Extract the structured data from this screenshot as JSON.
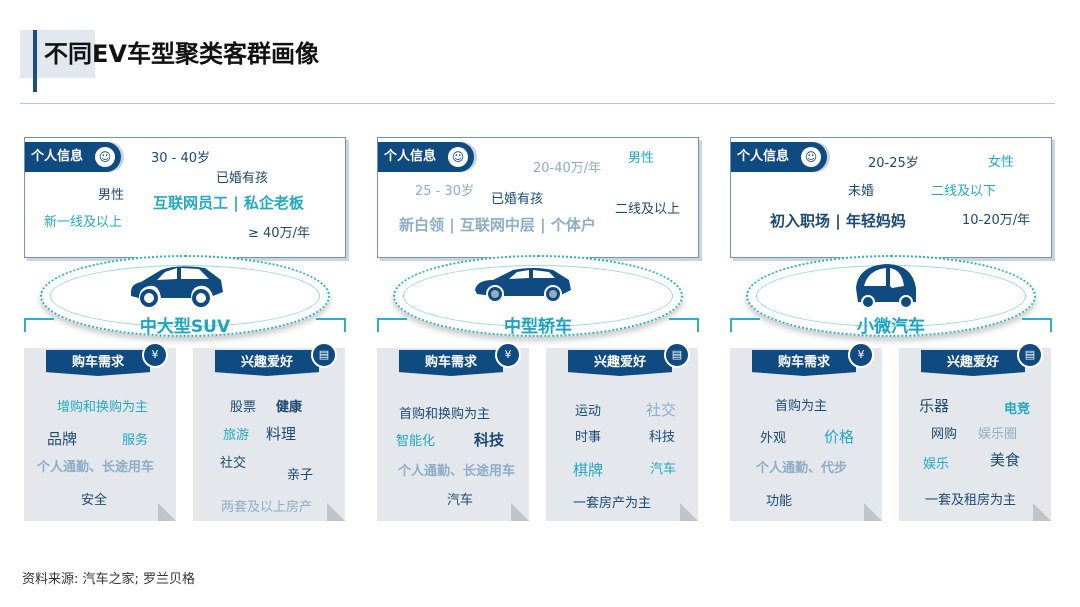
{
  "title": "不同EV车型聚类客群画像",
  "labels": {
    "info": "个人信息",
    "purchase": "购车需求",
    "hobby": "兴趣爱好"
  },
  "colors": {
    "dark": "#0f4a80",
    "teal": "#23a9c6",
    "gray": "#8eadc7"
  },
  "icons": {
    "info": "user-icon",
    "purchase": "head-yuan-icon",
    "hobby": "document-icon"
  },
  "segments": [
    {
      "name": "中大型SUV",
      "info": [
        "30 - 40岁",
        "已婚有孩",
        "男性",
        "互联网员工 | 私企老板",
        "新一线及以上",
        "≥ 40万/年"
      ],
      "purchase": [
        "增购和换购为主",
        "品牌",
        "服务",
        "个人通勤、长途用车",
        "安全"
      ],
      "hobby": [
        "股票",
        "健康",
        "旅游",
        "料理",
        "社交",
        "亲子",
        "两套及以上房产"
      ]
    },
    {
      "name": "中型轿车",
      "info": [
        "20-40万/年",
        "男性",
        "25 - 30岁",
        "已婚有孩",
        "二线及以上",
        "新白领 | 互联网中层 | 个体户"
      ],
      "purchase": [
        "首购和换购为主",
        "智能化",
        "科技",
        "个人通勤、长途用车",
        "汽车"
      ],
      "hobby": [
        "运动",
        "社交",
        "时事",
        "科技",
        "棋牌",
        "汽车",
        "一套房产为主"
      ]
    },
    {
      "name": "小微汽车",
      "info": [
        "20-25岁",
        "女性",
        "未婚",
        "二线及以下",
        "初入职场 | 年轻妈妈",
        "10-20万/年"
      ],
      "purchase": [
        "首购为主",
        "外观",
        "价格",
        "个人通勤、代步",
        "功能"
      ],
      "hobby": [
        "乐器",
        "电竞",
        "网购",
        "娱乐圈",
        "娱乐",
        "美食",
        "一套及租房为主"
      ]
    }
  ],
  "source": "资料来源: 汽车之家; 罗兰贝格"
}
